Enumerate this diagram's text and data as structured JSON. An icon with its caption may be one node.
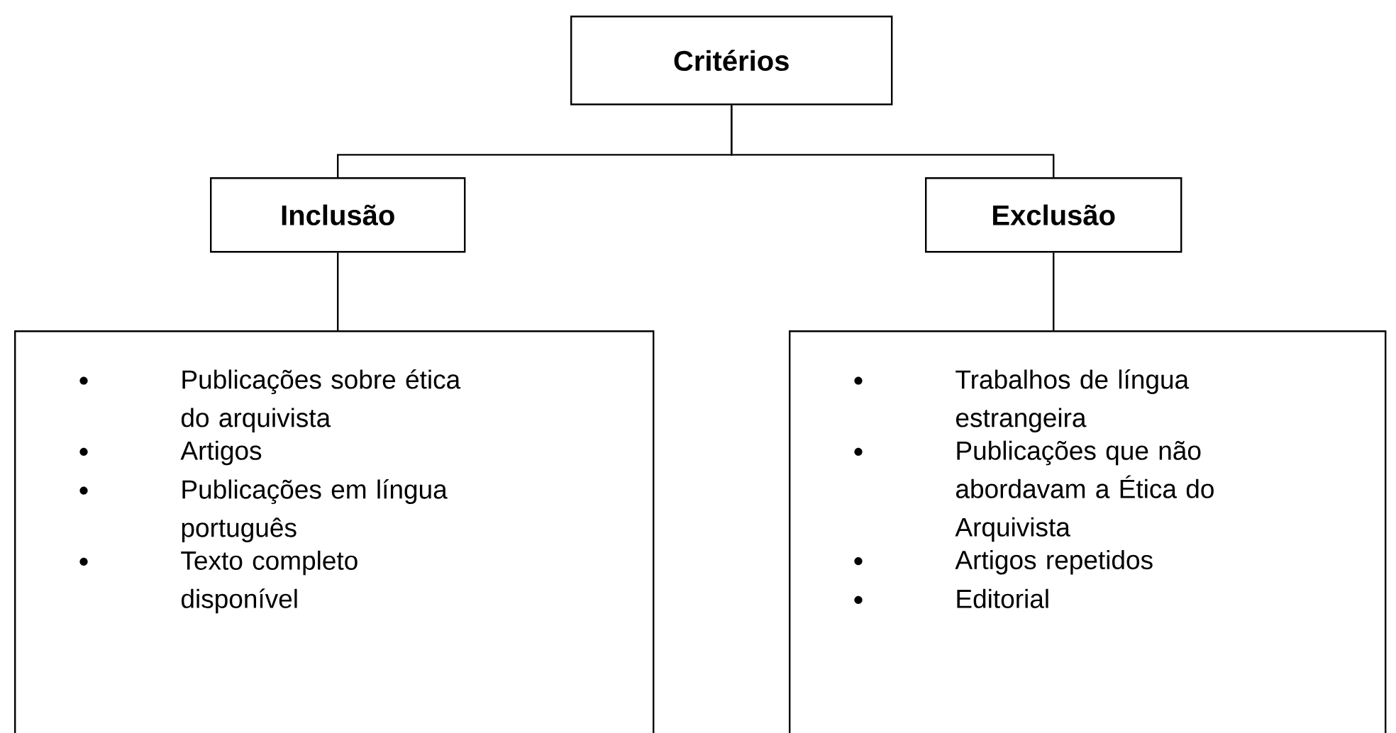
{
  "diagram": {
    "nodes": [
      {
        "text": [
          "Critérios"
        ]
      },
      {
        "text": [
          "Inclusão"
        ]
      },
      {
        "text": [
          "Exclusão"
        ]
      },
      {
        "text": [
          "Publicações sobre ética do arquivista",
          "Artigos",
          "Publicações em língua português",
          "Texto completo disponível"
        ]
      },
      {
        "text": [
          "Trabalhos de língua estrangeira",
          "Publicações que não abordavam a Ética do Arquivista",
          "Artigos repetidos",
          "Editorial"
        ]
      }
    ],
    "edges": [
      {
        "from": 0,
        "to": 1,
        "arrow": "none"
      },
      {
        "from": 0,
        "to": 2,
        "arrow": "none"
      },
      {
        "from": 1,
        "to": 3,
        "arrow": "none"
      },
      {
        "from": 2,
        "to": 4,
        "arrow": "none"
      }
    ]
  }
}
